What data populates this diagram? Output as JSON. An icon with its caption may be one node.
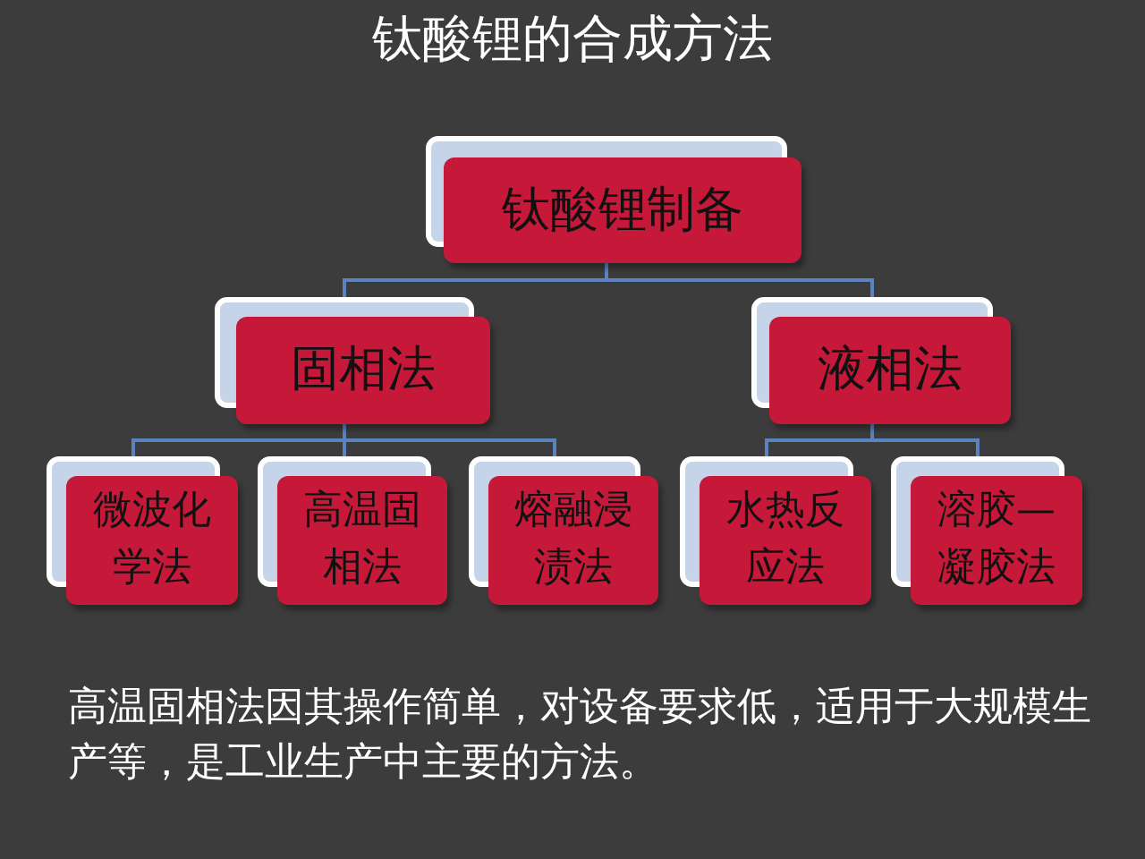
{
  "diagram": {
    "title": "钛酸锂的合成方法",
    "caption": "高温固相法因其操作简单，对设备要求低，适用于大规模生产等，是工业生产中主要的方法。",
    "nodes": [
      {
        "text": [
          "钛酸锂制备"
        ]
      },
      {
        "text": [
          "固相法"
        ]
      },
      {
        "text": [
          "液相法"
        ]
      },
      {
        "text": [
          "微波化学法"
        ]
      },
      {
        "text": [
          "高温固相法"
        ]
      },
      {
        "text": [
          "熔融浸渍法"
        ]
      },
      {
        "text": [
          "水热反应法"
        ]
      },
      {
        "text": [
          "溶胶—凝胶法"
        ]
      }
    ],
    "edges": [
      {
        "from": 0,
        "to": 1,
        "arrow": "none"
      },
      {
        "from": 0,
        "to": 2,
        "arrow": "none"
      },
      {
        "from": 1,
        "to": 3,
        "arrow": "none"
      },
      {
        "from": 1,
        "to": 4,
        "arrow": "none"
      },
      {
        "from": 1,
        "to": 5,
        "arrow": "none"
      },
      {
        "from": 2,
        "to": 6,
        "arrow": "none"
      },
      {
        "from": 2,
        "to": 7,
        "arrow": "none"
      }
    ]
  }
}
